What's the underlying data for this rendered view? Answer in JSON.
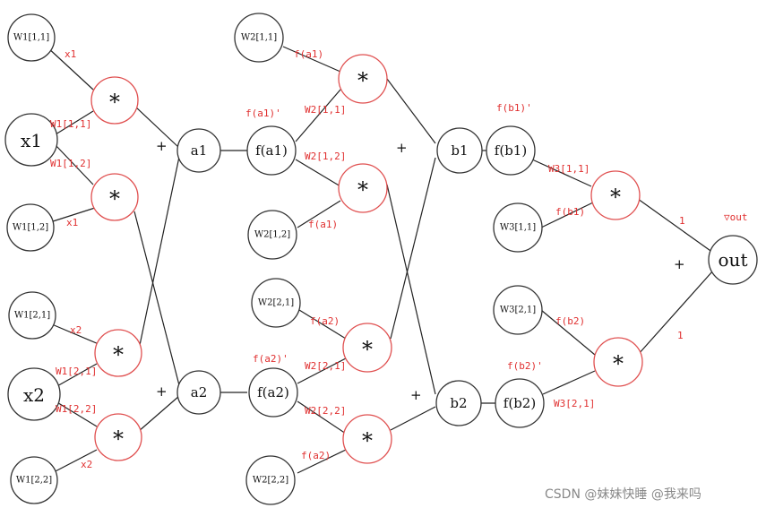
{
  "nodes": {
    "w1_11": "W1[1,1]",
    "w1_12": "W1[1,2]",
    "w1_21": "W1[2,1]",
    "w1_22": "W1[2,2]",
    "x1": "x1",
    "x2": "x2",
    "m1": "*",
    "m2": "*",
    "m3": "*",
    "m4": "*",
    "a1": "a1",
    "a2": "a2",
    "fa1": "f(a1)",
    "fa2": "f(a2)",
    "w2_11a": "W2[1,1]",
    "w2_12a": "W2[1,2]",
    "w2_21a": "W2[2,1]",
    "w2_22a": "W2[2,2]",
    "m5": "*",
    "m6": "*",
    "m7": "*",
    "m8": "*",
    "b1": "b1",
    "b2": "b2",
    "fb1": "f(b1)",
    "fb2": "f(b2)",
    "w3_11": "W3[1,1]",
    "w3_21": "W3[2,1]",
    "m9": "*",
    "m10": "*",
    "out": "out"
  },
  "edge_labels": {
    "x1_top": "x1",
    "w1_11_lbl": "W1[1,1]",
    "w1_12_lbl": "W1[1,2]",
    "x1_bottom": "x1",
    "x2_top": "x2",
    "w1_21_lbl": "W1[2,1]",
    "w1_22_lbl": "W1[2,2]",
    "x2_bottom": "x2",
    "fa1_deriv": "f(a1)'",
    "fa1_top": "f(a1)",
    "w2_11_lbl": "W2[1,1]",
    "w2_12_lbl": "W2[1,2]",
    "fa1_bottom": "f(a1)",
    "fa2_top": "f(a2)",
    "fa2_deriv": "f(a2)'",
    "w2_21_lbl": "W2[2,1]",
    "w2_22_lbl": "W2[2,2]",
    "fa2_bottom": "f(a2)",
    "fb1_deriv": "f(b1)'",
    "w3_11_lbl": "W3[1,1]",
    "fb1_lbl": "f(b1)",
    "fb2_lbl": "f(b2)",
    "fb2_deriv": "f(b2)'",
    "w3_21_lbl": "W3[2,1]",
    "one_top": "1",
    "one_bottom": "1",
    "grad_out": "▽out"
  },
  "ops": {
    "plus_a1": "+",
    "plus_a2": "+",
    "plus_b1": "+",
    "plus_b2": "+",
    "plus_out": "+"
  },
  "watermark": "CSDN @妹妹快睡 @我来吗"
}
